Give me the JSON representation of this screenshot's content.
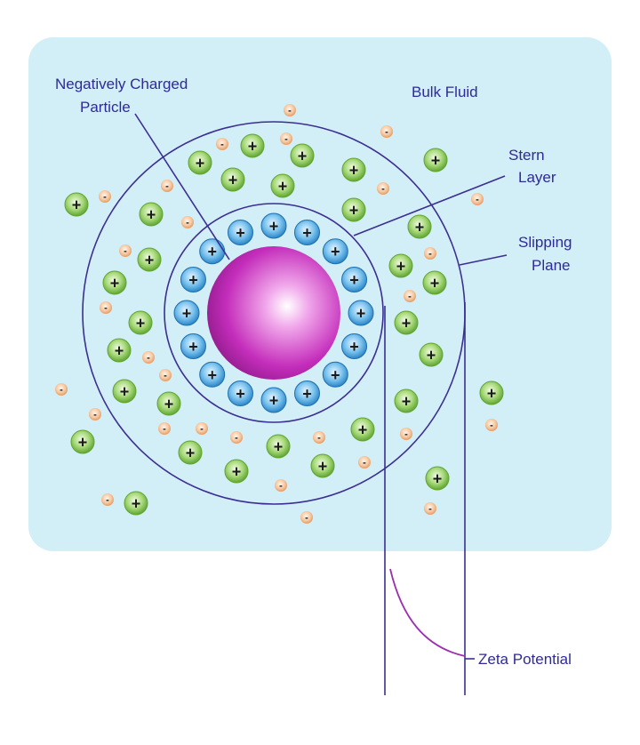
{
  "labels": {
    "particle_line1": "Negatively Charged",
    "particle_line2": "Particle",
    "bulk_fluid": "Bulk Fluid",
    "stern_line1": "Stern",
    "stern_line2": "Layer",
    "slipping_line1": "Slipping",
    "slipping_line2": "Plane",
    "zeta_potential": "Zeta Potential"
  },
  "ion_symbols": {
    "positive": "+",
    "negative": "-"
  },
  "colors": {
    "background_panel": "#d2eef6",
    "particle": "#c42dbb",
    "stern_ion": "#3a9fd8",
    "diffuse_cation": "#7cc442",
    "anion": "#f1b888",
    "boundary_lines": "#3b2f93",
    "potential_curve": "#9b2fb0",
    "label_text": "#2e2a9c"
  }
}
